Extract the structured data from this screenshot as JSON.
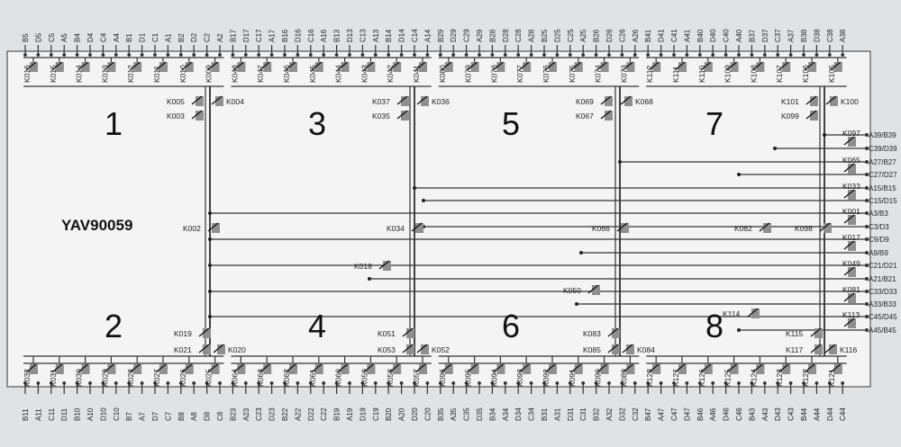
{
  "board": {
    "title": "YAV90059",
    "block_numbers": [
      "1",
      "2",
      "3",
      "4",
      "5",
      "6",
      "7",
      "8"
    ]
  },
  "top_pins": [
    "B5",
    "D5",
    "C5",
    "A5",
    "B4",
    "D4",
    "C4",
    "A4",
    "B1",
    "D1",
    "C1",
    "A1",
    "B2",
    "D2",
    "C2",
    "A2",
    "B17",
    "D17",
    "C17",
    "A17",
    "B16",
    "D16",
    "C16",
    "A16",
    "B13",
    "D13",
    "C13",
    "A13",
    "B14",
    "D14",
    "C14",
    "A14",
    "B29",
    "D29",
    "C29",
    "A29",
    "B28",
    "D28",
    "C28",
    "A28",
    "B25",
    "D25",
    "C25",
    "A25",
    "B26",
    "D26",
    "C26",
    "A26",
    "B41",
    "D41",
    "C41",
    "A41",
    "B40",
    "D40",
    "C40",
    "A40",
    "B37",
    "D37",
    "C37",
    "A37",
    "B38",
    "D38",
    "C38",
    "A38"
  ],
  "bottom_pins": [
    "B11",
    "A11",
    "C11",
    "D11",
    "B10",
    "A10",
    "D10",
    "C10",
    "B7",
    "A7",
    "D7",
    "C7",
    "B8",
    "A8",
    "D8",
    "C8",
    "B23",
    "A23",
    "C23",
    "D23",
    "B22",
    "A22",
    "D22",
    "C22",
    "B19",
    "A19",
    "D19",
    "C19",
    "B20",
    "A20",
    "D20",
    "C20",
    "B35",
    "A35",
    "C35",
    "D35",
    "B34",
    "A34",
    "D34",
    "C34",
    "B31",
    "A31",
    "D31",
    "C31",
    "B32",
    "A32",
    "D32",
    "C32",
    "B47",
    "A47",
    "C47",
    "D47",
    "B46",
    "A46",
    "D46",
    "C46",
    "B43",
    "A43",
    "D43",
    "C43",
    "B44",
    "A44",
    "D44",
    "C44"
  ],
  "right_pins": [
    "A39/B39",
    "C39/D39",
    "A27/B27",
    "C27/D27",
    "A15/B15",
    "C15/D15",
    "A3/B3",
    "C3/D3",
    "C9/D9",
    "A9/B9",
    "C21/D21",
    "A21/B21",
    "C33/D33",
    "A33/B33",
    "C45/D45",
    "A45/B45"
  ],
  "relays_top": [
    "K016",
    "K015",
    "K014",
    "K013",
    "K012",
    "K011",
    "K010",
    "K009",
    "K048",
    "K047",
    "K046",
    "K045",
    "K044",
    "K043",
    "K042",
    "K041",
    "K080",
    "K079",
    "K078",
    "K077",
    "K076",
    "K075",
    "K074",
    "K073",
    "K112",
    "K111",
    "K110",
    "K109",
    "K108",
    "K107",
    "K106",
    "K105"
  ],
  "relays_bottom": [
    "K032",
    "K031",
    "K030",
    "K029",
    "K028",
    "K027",
    "K026",
    "K025",
    "K064",
    "K063",
    "K062",
    "K061",
    "K060",
    "K059",
    "K058",
    "K057",
    "K096",
    "K095",
    "K094",
    "K093",
    "K092",
    "K091",
    "K090",
    "K089",
    "K128",
    "K127",
    "K126",
    "K125",
    "K124",
    "K123",
    "K122",
    "K121"
  ],
  "relays_mid": [
    "K005",
    "K004",
    "K003",
    "K037",
    "K036",
    "K035",
    "K069",
    "K068",
    "K067",
    "K101",
    "K100",
    "K099",
    "K002",
    "K034",
    "K066",
    "K082",
    "K098",
    "K018",
    "K050",
    "K114",
    "K019",
    "K021",
    "K020",
    "K051",
    "K053",
    "K052",
    "K083",
    "K085",
    "K084",
    "K115",
    "K117",
    "K116"
  ],
  "relays_right": [
    "K097",
    "K065",
    "K033",
    "K001",
    "K017",
    "K049",
    "K081",
    "K113"
  ]
}
